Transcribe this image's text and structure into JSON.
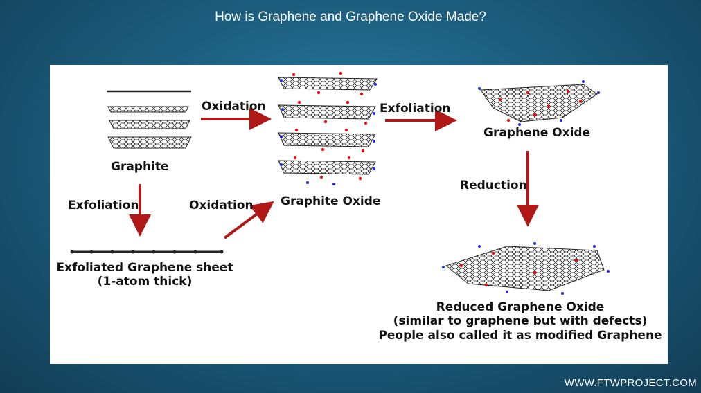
{
  "title": "How is Graphene and Graphene Oxide Made?",
  "diagram": {
    "graphite": "Graphite",
    "oxidation_top": "Oxidation",
    "graphite_oxide": "Graphite Oxide",
    "exfoliation_top": "Exfoliation",
    "graphene_oxide": "Graphene Oxide",
    "exfoliation_left": "Exfoliation",
    "oxidation_mid": "Oxidation",
    "reduction": "Reduction",
    "exfoliated_line1": "Exfoliated Graphene sheet",
    "exfoliated_line2": "(1-atom thick)",
    "rgo_line1": "Reduced Graphene Oxide",
    "rgo_line2": "(similar to graphene but with defects)",
    "rgo_line3": "People also called it as modified Graphene"
  },
  "colors": {
    "arrow": "#b01818",
    "oxygen": "#e01010",
    "hydrogen": "#2030d0",
    "carbon": "#222222"
  },
  "footer": "WWW.FTWPROJECT.COM"
}
